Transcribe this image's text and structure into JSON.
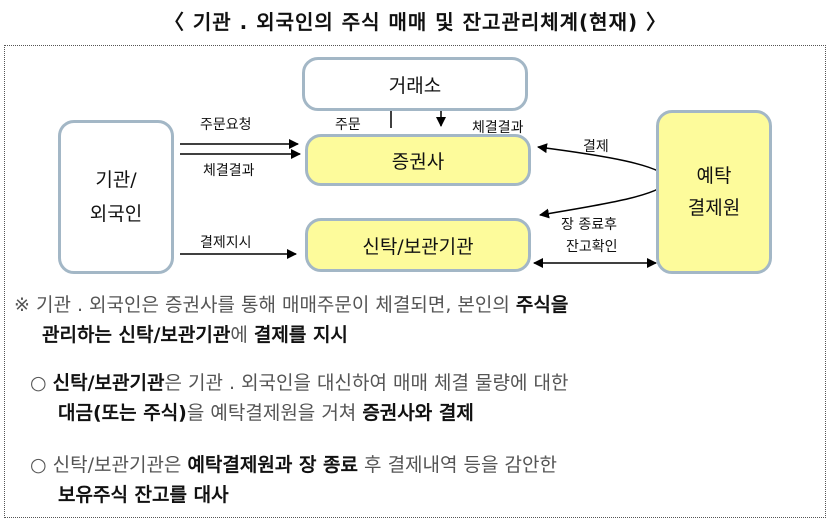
{
  "title": "〈 기관 . 외국인의 주식 매매 및 잔고관리체계(현재) 〉",
  "nodes": {
    "exchange": "거래소",
    "investor_line1": "기관/",
    "investor_line2": "외국인",
    "broker": "증권사",
    "custodian": "신탁/보관기관",
    "ksd_line1": "예탁",
    "ksd_line2": "결제원"
  },
  "edges": {
    "order_request": "주문요청",
    "exec_result_left": "체결결과",
    "order": "주문",
    "exec_result_right": "체결결과",
    "settlement": "결제",
    "settle_instruction": "결제지시",
    "eod_line1": "장 종료후",
    "eod_line2": "잔고확인"
  },
  "notes": {
    "note1_prefix": "※ 기관 . 외국인은 증권사를 통해 매매주문이 체결되면, 본인의 ",
    "note1_b1": "주식을",
    "note1_b2": "관리하는 신탁/보관기관",
    "note1_mid": "에 ",
    "note1_b3": "결제를 지시",
    "bullet": "○",
    "note2_b1": "신탁/보관기관",
    "note2_t1": "은 기관 . 외국인을 대신하여 매매 체결 물량에 대한",
    "note2_b2": "대금(또는 주식)",
    "note2_t2": "을 예탁결제원을 거쳐 ",
    "note2_b3": "증권사와 결제",
    "note3_t1": "신탁/보관기관은 ",
    "note3_b1": "예탁결제원과 장 종료",
    "note3_t2": " 후 결제내역 등을 감안한",
    "note3_b2": "보유주식 잔고를 대사"
  },
  "colors": {
    "yellow_box": "#fdfb9b",
    "box_border": "#a3b7c6"
  }
}
